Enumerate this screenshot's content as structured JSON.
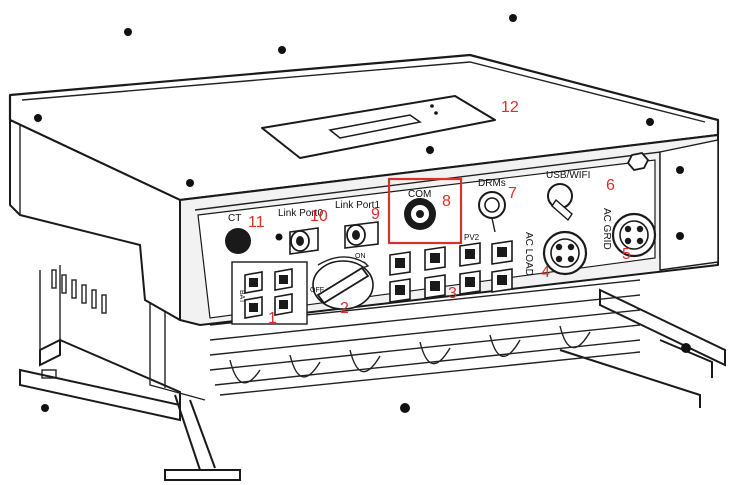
{
  "colors": {
    "callout": "#d8312c",
    "line": "#1a1a1a",
    "panel": "#f2f2f2"
  },
  "port_labels": {
    "ct": "CT",
    "link_port0": "Link Port0",
    "link_port1": "Link Port1",
    "com": "COM",
    "drms": "DRMs",
    "usb_wifi": "USB/WIFI",
    "ac_grid": "AC GRID",
    "ac_load": "AC LOAD",
    "pv2": "PV2",
    "on": "ON",
    "off": "OFF",
    "bat": "BAT"
  },
  "callouts": {
    "n1": "1",
    "n2": "2",
    "n3": "3",
    "n4": "4",
    "n5": "5",
    "n6": "6",
    "n7": "7",
    "n8": "8",
    "n9": "9",
    "n10": "10",
    "n11": "11",
    "n12": "12"
  }
}
